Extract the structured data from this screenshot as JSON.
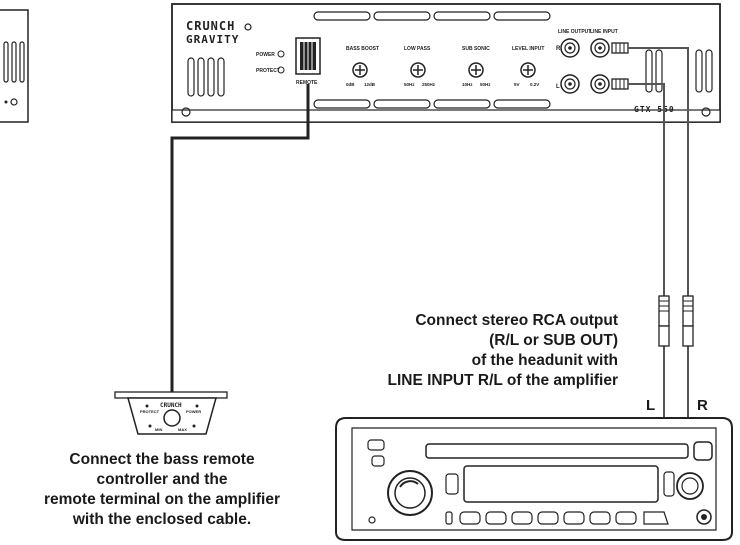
{
  "amplifier": {
    "brand": "CRUNCH",
    "series": "GRAVITY",
    "model": "GTX 550",
    "power_led": "POWER",
    "protect_led": "PROTECT",
    "remote_port": "REMOTE",
    "controls": [
      {
        "label": "BASS BOOST",
        "min": "0dB",
        "max": "12dB"
      },
      {
        "label": "LOW PASS",
        "min": "50Hz",
        "max": "250Hz"
      },
      {
        "label": "SUB SONIC",
        "min": "10Hz",
        "max": "50Hz"
      },
      {
        "label": "LEVEL INPUT",
        "min": "5V",
        "max": "0.2V"
      }
    ],
    "line_output": "LINE OUTPUT",
    "line_input": "LINE INPUT",
    "channel_r": "R",
    "channel_l": "L"
  },
  "remote": {
    "brand": "CRUNCH",
    "protect": "PROTECT",
    "power": "POWER",
    "min": "MIN",
    "max": "MAX"
  },
  "captions": {
    "rca": [
      "Connect stereo RCA output",
      "(R/L or SUB OUT)",
      "of the headunit with",
      "LINE INPUT R/L of the amplifier"
    ],
    "remote": [
      "Connect the bass remote",
      "controller and the",
      "remote terminal on the amplifier",
      "with the enclosed cable."
    ]
  },
  "cable_labels": {
    "left": "L",
    "right": "R"
  }
}
